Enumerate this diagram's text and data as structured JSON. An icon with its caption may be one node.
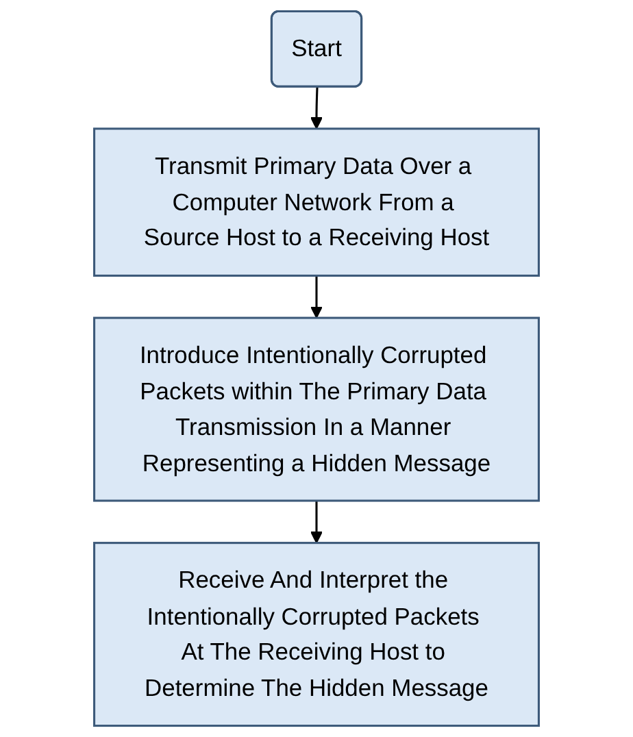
{
  "diagram": {
    "nodes": [
      {
        "text": [
          "Start"
        ]
      },
      {
        "text": [
          "Transmit Primary Data Over a Computer Network From a Source Host to a Receiving Host"
        ]
      },
      {
        "text": [
          "Introduce Intentionally Corrupted Packets within The Primary Data Transmission In a Manner Representing a Hidden Message"
        ]
      },
      {
        "text": [
          "Receive And Interpret the Intentionally Corrupted Packets At The Receiving Host to Determine The Hidden Message"
        ]
      }
    ],
    "edges": [
      {
        "from": 0,
        "to": 1,
        "arrow": "to"
      },
      {
        "from": 1,
        "to": 2,
        "arrow": "to"
      },
      {
        "from": 2,
        "to": 3,
        "arrow": "to"
      }
    ]
  }
}
